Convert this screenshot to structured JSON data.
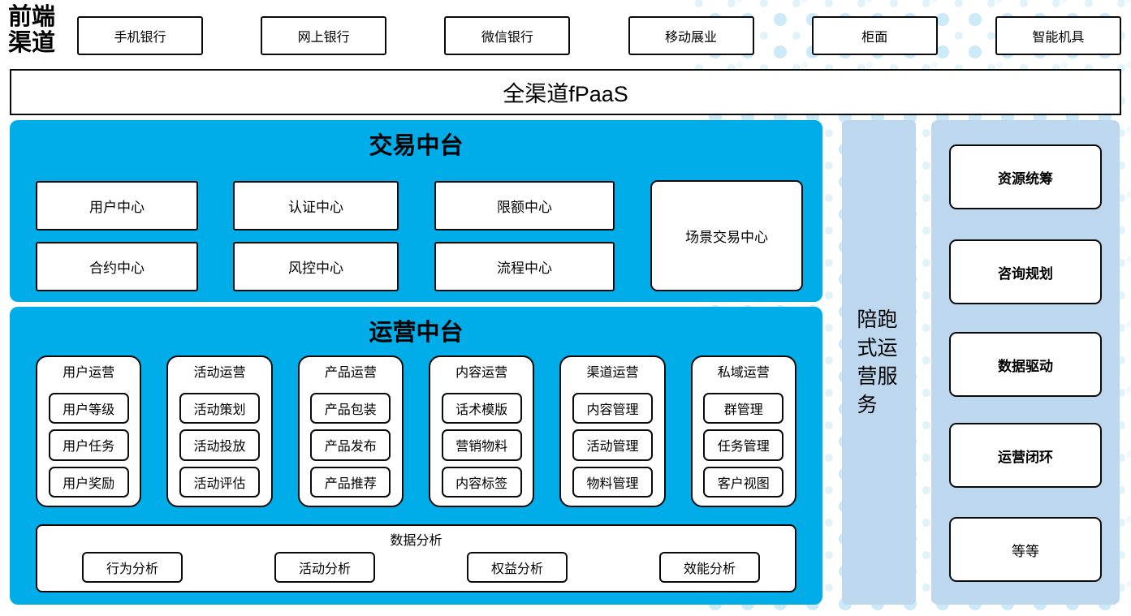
{
  "front_channels": {
    "label": "前端渠道",
    "items": [
      "手机银行",
      "网上银行",
      "微信银行",
      "移动展业",
      "柜面",
      "智能机具"
    ]
  },
  "fpaas_bar": {
    "label": "全渠道fPaaS"
  },
  "transaction_platform": {
    "title": "交易中台",
    "centers": [
      "用户中心",
      "认证中心",
      "限额中心",
      "合约中心",
      "风控中心",
      "流程中心"
    ],
    "scenario_center": "场景交易中心"
  },
  "operation_platform": {
    "title": "运营中台",
    "columns": [
      {
        "title": "用户运营",
        "items": [
          "用户等级",
          "用户任务",
          "用户奖励"
        ]
      },
      {
        "title": "活动运营",
        "items": [
          "活动策划",
          "活动投放",
          "活动评估"
        ]
      },
      {
        "title": "产品运营",
        "items": [
          "产品包装",
          "产品发布",
          "产品推荐"
        ]
      },
      {
        "title": "内容运营",
        "items": [
          "话术模版",
          "营销物料",
          "内容标签"
        ]
      },
      {
        "title": "渠道运营",
        "items": [
          "内容管理",
          "活动管理",
          "物料管理"
        ]
      },
      {
        "title": "私域运营",
        "items": [
          "群管理",
          "任务管理",
          "客户视图"
        ]
      }
    ],
    "data_analysis": {
      "title": "数据分析",
      "items": [
        "行为分析",
        "活动分析",
        "权益分析",
        "效能分析"
      ]
    }
  },
  "side_bar": {
    "label": "陪跑式运营服务"
  },
  "right_panel": {
    "items": [
      "资源统筹",
      "咨询规划",
      "数据驱动",
      "运营闭环",
      "等等"
    ]
  },
  "colors": {
    "cyan": "#00ade9",
    "light_blue": "#bdd7ee",
    "dot": "#cdeaf8"
  }
}
